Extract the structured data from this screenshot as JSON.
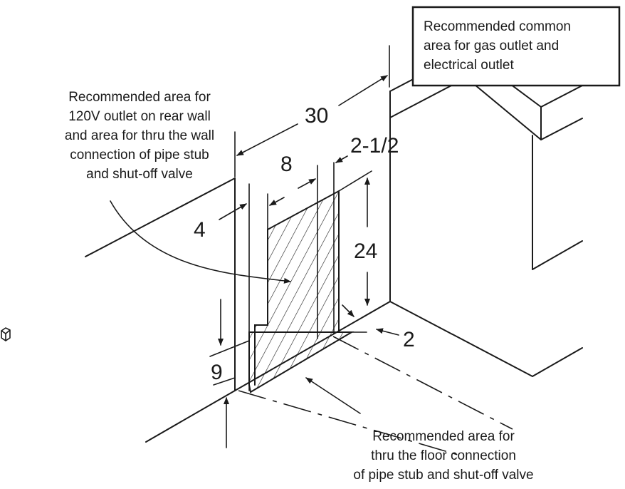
{
  "callouts": {
    "common_area": [
      "Recommended common",
      "area for gas outlet and",
      "electrical outlet"
    ],
    "rear_wall_area": [
      "Recommended area for",
      "120V outlet on rear wall",
      "and area for thru the wall",
      "connection of pipe stub",
      "and shut-off valve"
    ],
    "floor_area": [
      "Recommended area for",
      "thru the floor connection",
      "of pipe stub and shut-off valve"
    ]
  },
  "dimensions": {
    "width_30": "30",
    "offset_2_1_2": "2-1/2",
    "width_8": "8",
    "offset_4": "4",
    "height_24": "24",
    "height_9": "9",
    "offset_2": "2"
  }
}
